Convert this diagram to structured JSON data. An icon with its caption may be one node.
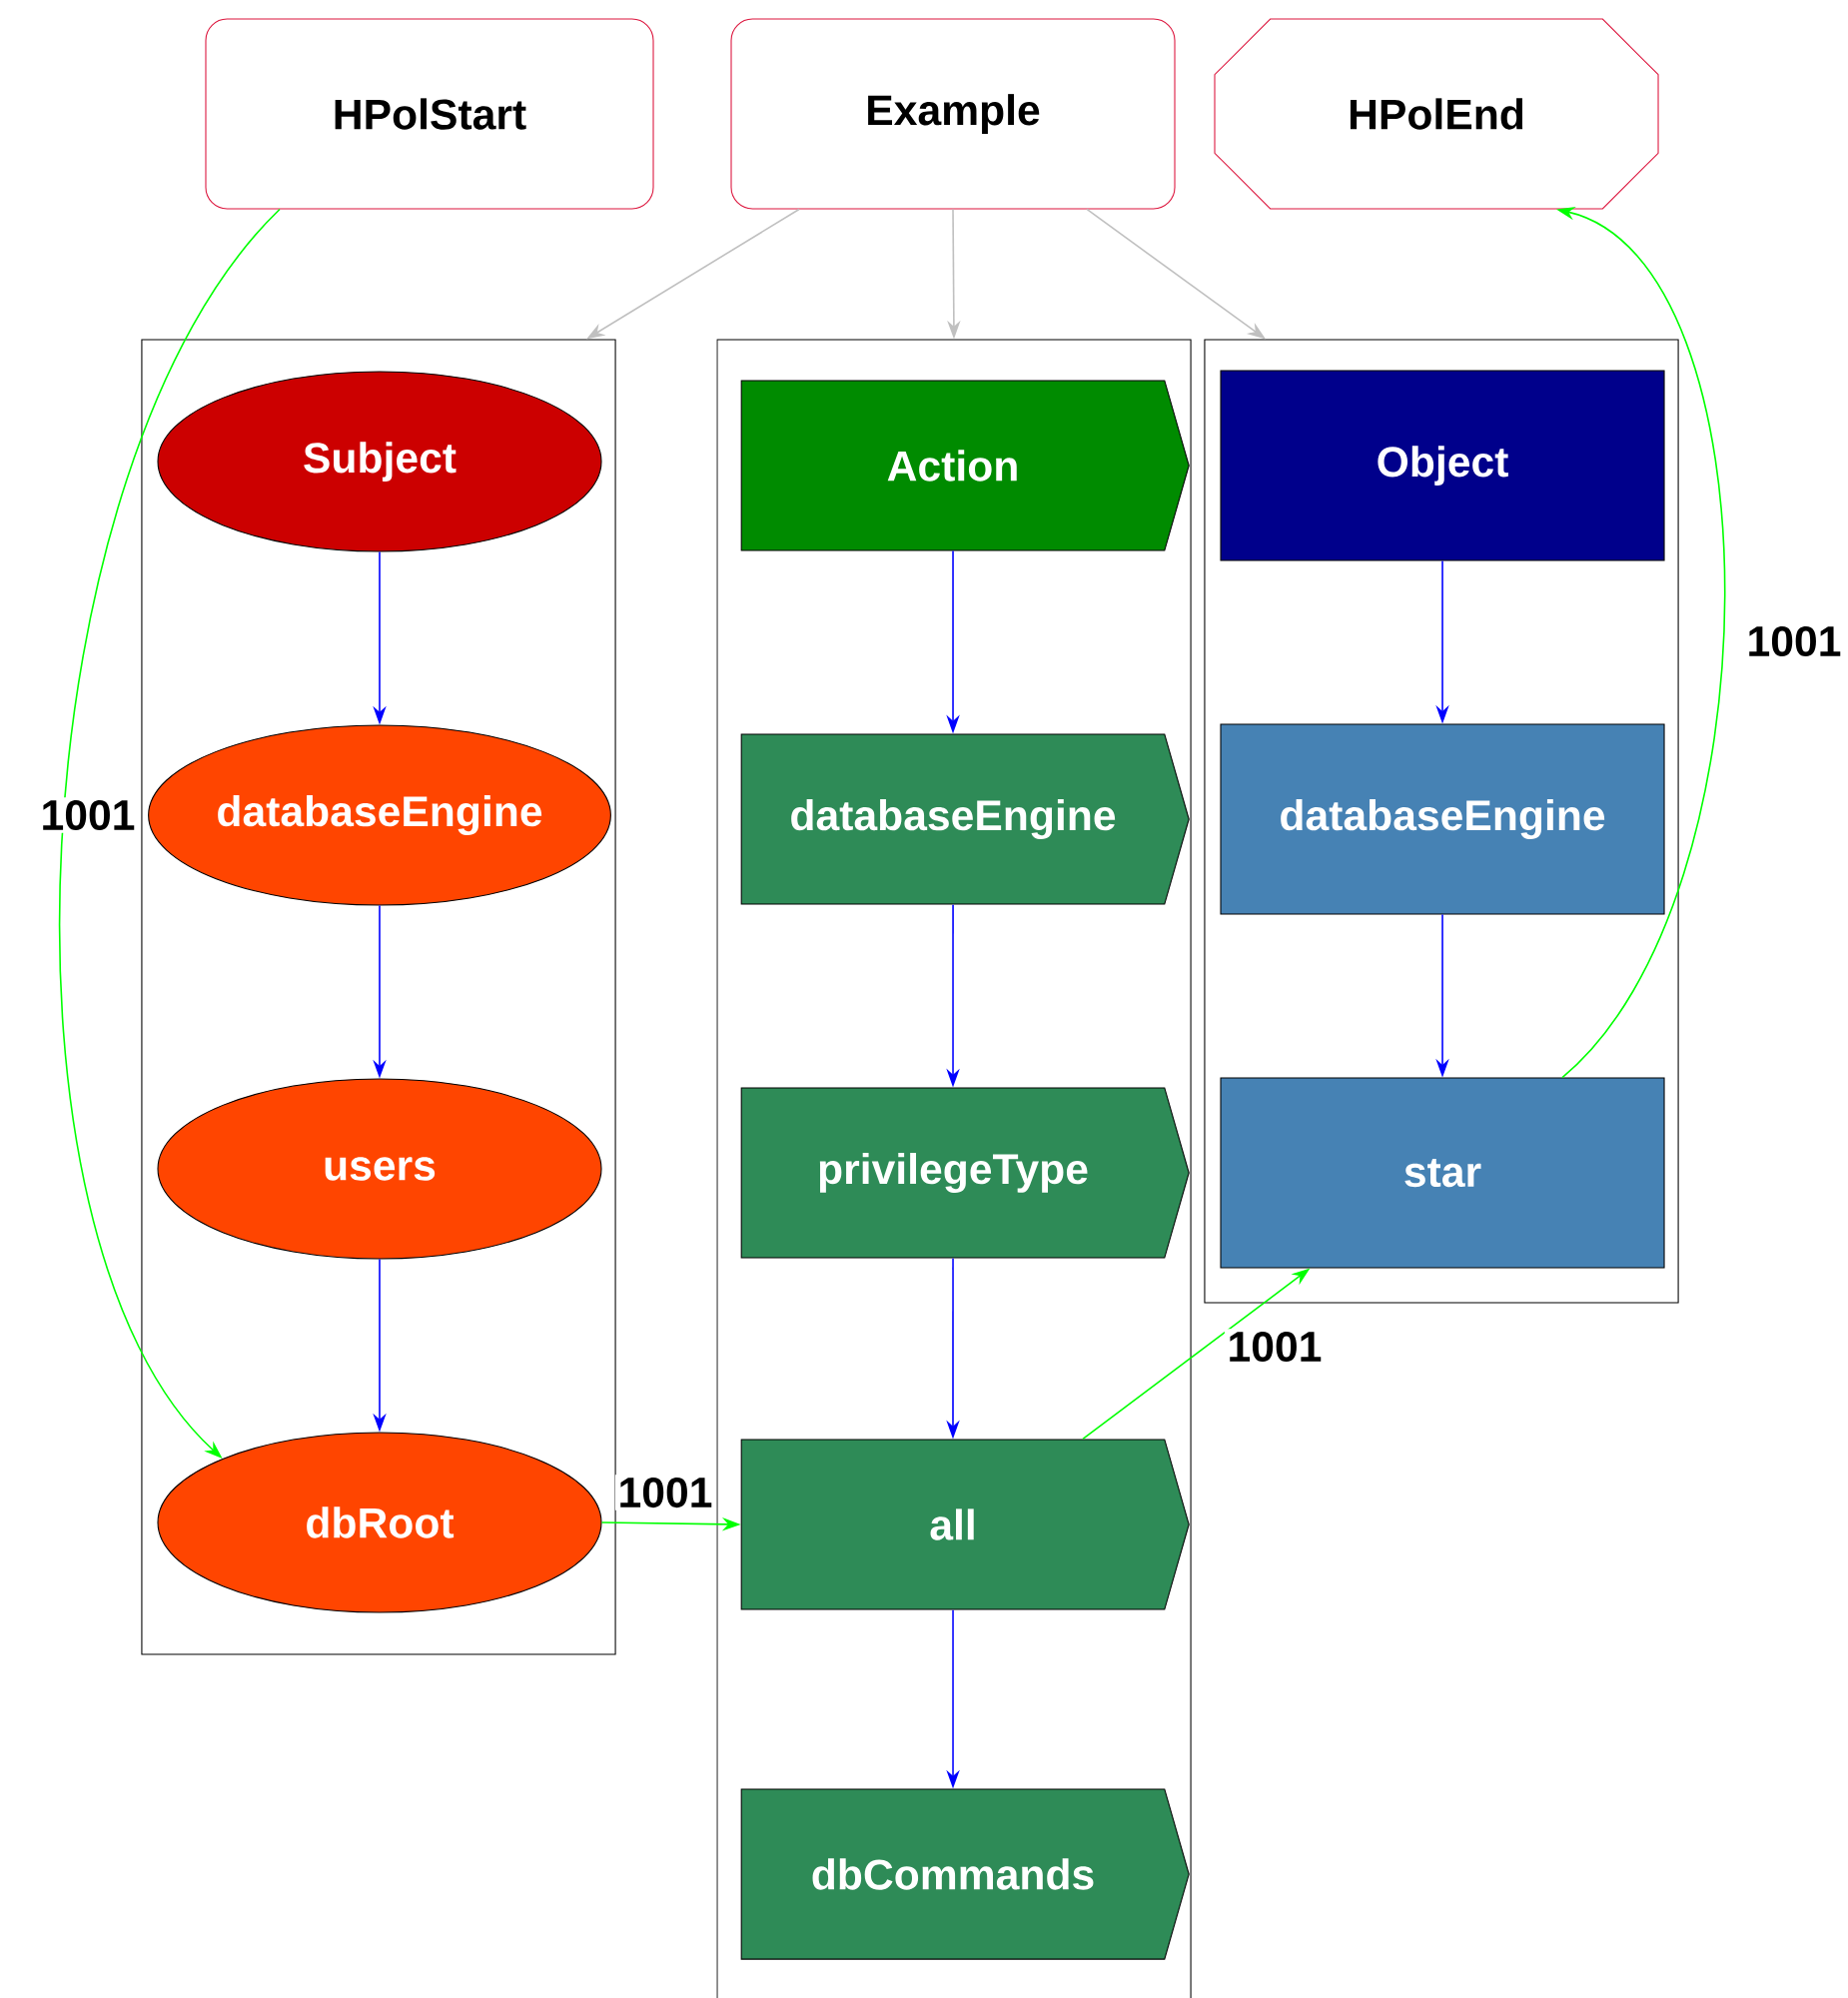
{
  "diagram": {
    "nodes": [
      {
        "text": [
          "HPolStart"
        ]
      },
      {
        "text": [
          "Example"
        ]
      },
      {
        "text": [
          "HPolEnd"
        ]
      },
      {
        "text": [],
        "shape": "box"
      },
      {
        "text": [
          "Subject"
        ],
        "in": 3
      },
      {
        "text": [
          "databaseEngine"
        ],
        "in": 3
      },
      {
        "text": [
          "users"
        ],
        "in": 3
      },
      {
        "text": [
          "dbRoot"
        ],
        "in": 3
      },
      {
        "text": [],
        "shape": "box"
      },
      {
        "text": [
          "Action"
        ],
        "in": 8
      },
      {
        "text": [
          "databaseEngine"
        ],
        "in": 8
      },
      {
        "text": [
          "privilegeType"
        ],
        "in": 8
      },
      {
        "text": [
          "all"
        ],
        "in": 8
      },
      {
        "text": [
          "dbCommands"
        ],
        "in": 8
      },
      {
        "text": [],
        "shape": "box"
      },
      {
        "text": [
          "Object"
        ],
        "in": 14
      },
      {
        "text": [
          "databaseEngine"
        ],
        "in": 14
      },
      {
        "text": [
          "star"
        ],
        "in": 14
      }
    ],
    "edges": [
      {
        "from": 1,
        "to": 3,
        "arrow": "to",
        "color": "#c0c0c0"
      },
      {
        "from": 1,
        "to": 8,
        "arrow": "to",
        "color": "#c0c0c0"
      },
      {
        "from": 1,
        "to": 14,
        "arrow": "to",
        "color": "#c0c0c0"
      },
      {
        "from": 4,
        "to": 5,
        "arrow": "to"
      },
      {
        "from": 5,
        "to": 6,
        "arrow": "to"
      },
      {
        "from": 6,
        "to": 7,
        "arrow": "to"
      },
      {
        "from": 9,
        "to": 10,
        "arrow": "to"
      },
      {
        "from": 10,
        "to": 11,
        "arrow": "to"
      },
      {
        "from": 11,
        "to": 12,
        "arrow": "to"
      },
      {
        "from": 12,
        "to": 13,
        "arrow": "to"
      },
      {
        "from": 15,
        "to": 16,
        "arrow": "to"
      },
      {
        "from": 16,
        "to": 17,
        "arrow": "to"
      },
      {
        "from": 0,
        "to": 7,
        "arrow": "to",
        "label": "1001",
        "color": "#00ff00"
      },
      {
        "from": 7,
        "to": 12,
        "arrow": "to",
        "label": "1001",
        "color": "#00ff00"
      },
      {
        "from": 12,
        "to": 17,
        "arrow": "to",
        "label": "1001",
        "color": "#00ff00"
      },
      {
        "from": 17,
        "to": 2,
        "arrow": "to",
        "label": "1001",
        "color": "#00ff00"
      }
    ]
  }
}
